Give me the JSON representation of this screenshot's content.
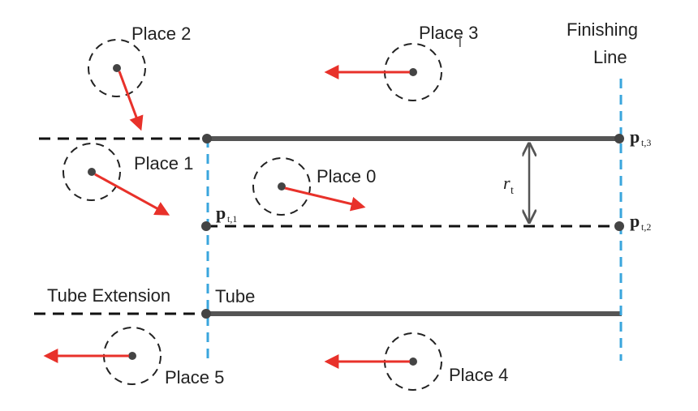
{
  "colors": {
    "line": "#555555",
    "dash": "#111111",
    "blue": "#3aa6dd",
    "arrow": "#e8312a",
    "point": "#444444"
  },
  "labels": {
    "place0": "Place 0",
    "place1": "Place 1",
    "place2": "Place 2",
    "place3": "Place 3",
    "place4": "Place 4",
    "place5": "Place 5",
    "finishing_line_1": "Finishing",
    "finishing_line_2": "Line",
    "tube_extension": "Tube Extension",
    "tube": "Tube",
    "radius_symbol": "r",
    "radius_sub": "t",
    "p_symbol": "p",
    "p1_sub": "t,1",
    "p2_sub": "t,2",
    "p3_sub": "t,3"
  }
}
